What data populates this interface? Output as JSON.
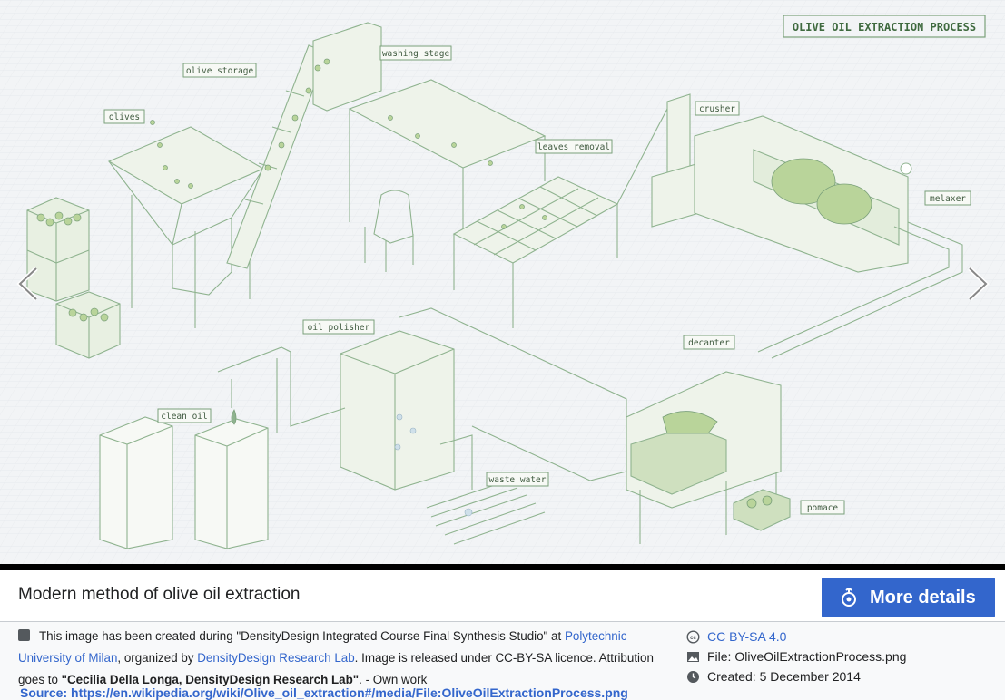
{
  "viewer": {
    "infographic_title": "OLIVE OIL EXTRACTION PROCESS",
    "labels": {
      "olive_storage": "olive storage",
      "washing_stage": "washing stage",
      "olives": "olives",
      "leaves_removal": "leaves removal",
      "crusher": "crusher",
      "melaxer": "melaxer",
      "oil_polisher": "oil polisher",
      "decanter": "decanter",
      "clean_oil": "clean oil",
      "waste_water": "waste water",
      "pomace": "pomace"
    },
    "icons": {
      "prev": "chevron-left-icon",
      "next": "chevron-right-icon"
    }
  },
  "caption": {
    "title": "Modern method of olive oil extraction",
    "more_details": "More details"
  },
  "description": {
    "part1": "This image has been created during \"DensityDesign Integrated Course Final Synthesis Studio\" at ",
    "link1": "Polytechnic University of Milan",
    "part2": ", organized by ",
    "link2": "DensityDesign Research Lab",
    "part3": ". Image is released under CC-BY-SA licence. Attribution goes to ",
    "bold": "\"Cecilia Della Longa, DensityDesign Research Lab\"",
    "part4": ". - Own work"
  },
  "meta": {
    "license": "CC BY-SA 4.0",
    "file": "File: OliveOilExtractionProcess.png",
    "created": "Created: 5 December 2014"
  },
  "source": "Source: https://en.wikipedia.org/wiki/Olive_oil_extraction#/media/File:OliveOilExtractionProcess.png",
  "colors": {
    "accent": "#3366cc",
    "line": "#8fb38f",
    "fill": "#b9d49a"
  }
}
